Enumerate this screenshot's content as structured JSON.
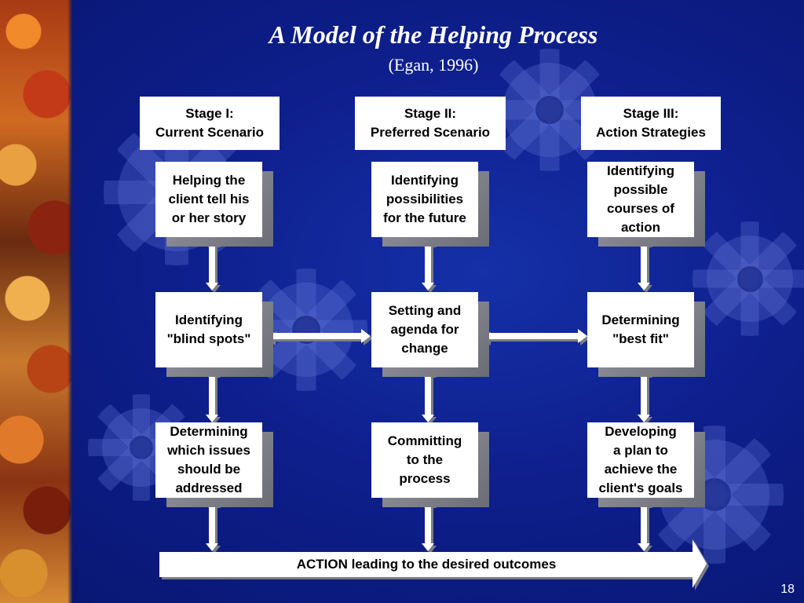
{
  "title": "A Model of the Helping Process",
  "subtitle": "(Egan, 1996)",
  "stages": [
    {
      "line1": "Stage I:",
      "line2": "Current Scenario"
    },
    {
      "line1": "Stage II:",
      "line2": "Preferred Scenario"
    },
    {
      "line1": "Stage III:",
      "line2": "Action Strategies"
    }
  ],
  "steps": {
    "col1": [
      {
        "lines": [
          "Helping the",
          "client tell his",
          "or her story"
        ]
      },
      {
        "lines": [
          "Identifying",
          "\"blind spots\""
        ]
      },
      {
        "lines": [
          "Determining",
          "which issues",
          "should be",
          "addressed"
        ]
      }
    ],
    "col2": [
      {
        "lines": [
          "Identifying",
          "possibilities",
          "for the future"
        ]
      },
      {
        "lines": [
          "Setting and",
          "agenda for",
          "change"
        ]
      },
      {
        "lines": [
          "Committing",
          "to the",
          "process"
        ]
      }
    ],
    "col3": [
      {
        "lines": [
          "Identifying",
          "possible",
          "courses of",
          "action"
        ]
      },
      {
        "lines": [
          "Determining",
          "\"best fit\""
        ]
      },
      {
        "lines": [
          "Developing",
          "a plan to",
          "achieve the",
          "client's goals"
        ]
      }
    ]
  },
  "action_bar": "ACTION leading to the desired outcomes",
  "page_number": "18",
  "colors": {
    "background": "#0c1a7a",
    "box": "#ffffff",
    "box_shadow": "#8a8a94",
    "arrow": "#ffffff"
  }
}
